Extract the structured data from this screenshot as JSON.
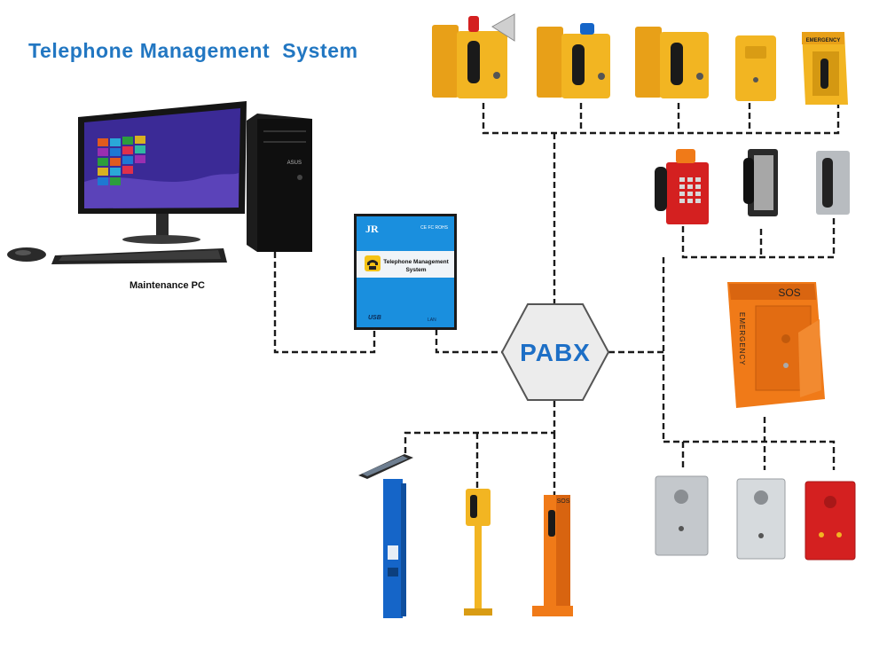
{
  "title": "Telephone Management  System",
  "maintenance_pc": {
    "label": "Maintenance PC",
    "brand": "ASUS"
  },
  "management_box": {
    "logo": "JR",
    "marks": "CE FC ROHS",
    "label_line1": "Telephone Management",
    "label_line2": "System",
    "port_usb": "USB",
    "port_lan": "LAN"
  },
  "pabx": {
    "label": "PABX"
  },
  "sos_cabinet": {
    "sos_label": "SOS",
    "side_text": "EMERGENCY"
  },
  "hood_phone": {
    "label": "EMERGENCY"
  },
  "pedestal_phone": {
    "sos_label": "SOS"
  },
  "colors": {
    "title": "#2277c2",
    "pabx_text": "#1d6fc6",
    "pabx_fill": "#ececec",
    "pabx_stroke": "#555555",
    "line": "#1a1a1a",
    "yellow": "#f2b522",
    "orange": "#f07a18",
    "red": "#d42020",
    "blue": "#1565c8",
    "steel": "#c4c8cc"
  },
  "icons": {
    "weatherproof_phones": "weatherproof-phone-icon",
    "wall_phones": "wall-phone-icon",
    "emergency_cabinet": "emergency-cabinet-icon",
    "intercom_panels": "intercom-panel-icon",
    "solar_pillar": "solar-pillar-phone-icon",
    "pedestal_phones": "pedestal-phone-icon"
  }
}
